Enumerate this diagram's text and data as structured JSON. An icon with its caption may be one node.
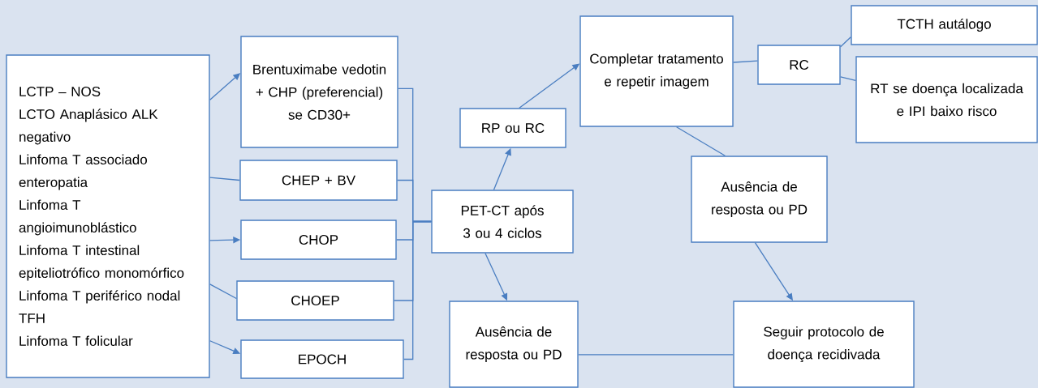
{
  "diagram": {
    "nodes": [
      {
        "text": [
          "LCTP – NOS",
          "LCTO Anaplásico ALK negativo",
          "Linfoma T associado enteropatia",
          "Linfoma T angioimunoblástico",
          "Linfoma T intestinal epiteliotrófico monomórfico",
          "Linfoma T periférico nodal TFH",
          "Linfoma T folicular"
        ]
      },
      {
        "text": [
          "Brentuximabe vedotin + CHP (preferencial) se CD30+"
        ]
      },
      {
        "text": [
          "CHEP + BV"
        ]
      },
      {
        "text": [
          "CHOP"
        ]
      },
      {
        "text": [
          "CHOEP"
        ]
      },
      {
        "text": [
          "EPOCH"
        ]
      },
      {
        "text": [
          "PET-CT após 3 ou 4 ciclos"
        ]
      },
      {
        "text": [
          "RP ou RC"
        ]
      },
      {
        "text": [
          "Completar tratamento e repetir imagem"
        ]
      },
      {
        "text": [
          "RC"
        ]
      },
      {
        "text": [
          "TCTH autálogo"
        ]
      },
      {
        "text": [
          "RT se doença localizada e IPI baixo risco"
        ]
      },
      {
        "text": [
          "Ausência de resposta ou PD"
        ]
      },
      {
        "text": [
          "Ausência de resposta ou PD"
        ]
      },
      {
        "text": [
          "Seguir protocolo de doença recidivada"
        ]
      }
    ],
    "edges": [
      {
        "from": 0,
        "to": 1,
        "arrow": "to"
      },
      {
        "from": 0,
        "to": 2,
        "arrow": "none"
      },
      {
        "from": 0,
        "to": 3,
        "arrow": "to"
      },
      {
        "from": 0,
        "to": 4,
        "arrow": "none"
      },
      {
        "from": 0,
        "to": 5,
        "arrow": "to"
      },
      {
        "from": 1,
        "to": 6,
        "arrow": "none"
      },
      {
        "from": 2,
        "to": 6,
        "arrow": "none"
      },
      {
        "from": 3,
        "to": 6,
        "arrow": "none"
      },
      {
        "from": 4,
        "to": 6,
        "arrow": "none"
      },
      {
        "from": 5,
        "to": 6,
        "arrow": "none"
      },
      {
        "from": 6,
        "to": 7,
        "arrow": "to"
      },
      {
        "from": 7,
        "to": 8,
        "arrow": "to"
      },
      {
        "from": 6,
        "to": 13,
        "arrow": "to"
      },
      {
        "from": 8,
        "to": 9,
        "arrow": "none"
      },
      {
        "from": 9,
        "to": 10,
        "arrow": "none"
      },
      {
        "from": 9,
        "to": 11,
        "arrow": "none"
      },
      {
        "from": 8,
        "to": 12,
        "arrow": "none"
      },
      {
        "from": 12,
        "to": 14,
        "arrow": "to"
      },
      {
        "from": 13,
        "to": 14,
        "arrow": "none"
      }
    ]
  }
}
